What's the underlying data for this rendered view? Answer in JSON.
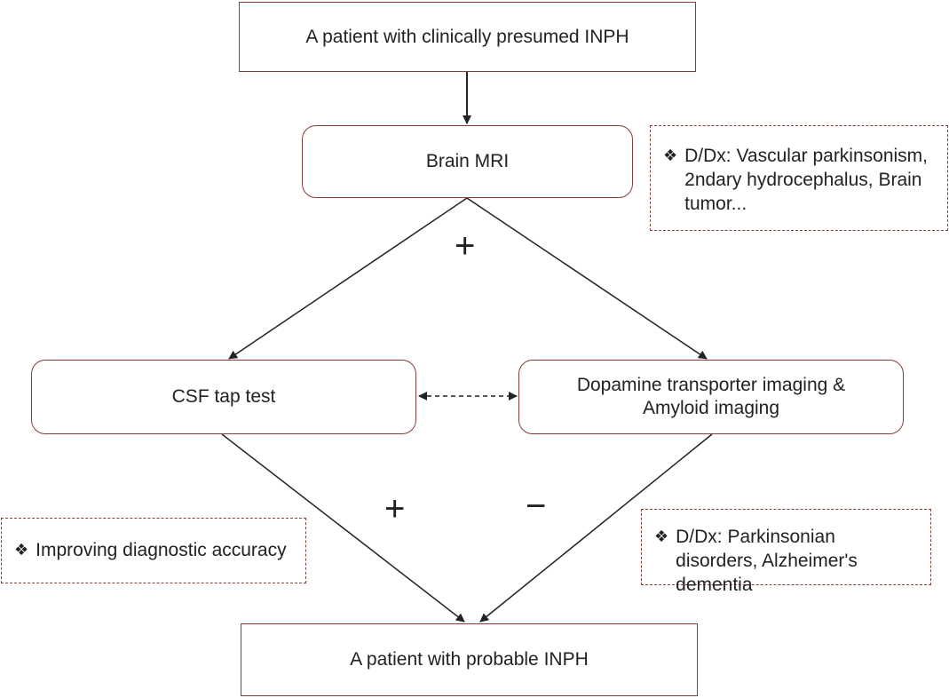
{
  "nodes": {
    "start": "A patient with clinically presumed INPH",
    "mri": "Brain MRI",
    "csf": "CSF tap test",
    "dat": "Dopamine transporter imaging & Amyloid imaging",
    "end": "A patient with probable INPH"
  },
  "notes": {
    "bullet": "❖",
    "mri_ddx": "D/Dx: Vascular parkinsonism, 2ndary hydrocephalus, Brain tumor...",
    "accuracy": "Improving diagnostic accuracy",
    "dat_ddx": "D/Dx: Parkinsonian disorders, Alzheimer's dementia"
  },
  "signs": {
    "mri_plus": "+",
    "csf_plus": "+",
    "dat_minus": "−"
  },
  "colors": {
    "box_border": "#8b3a3a",
    "arrow": "#222222"
  }
}
